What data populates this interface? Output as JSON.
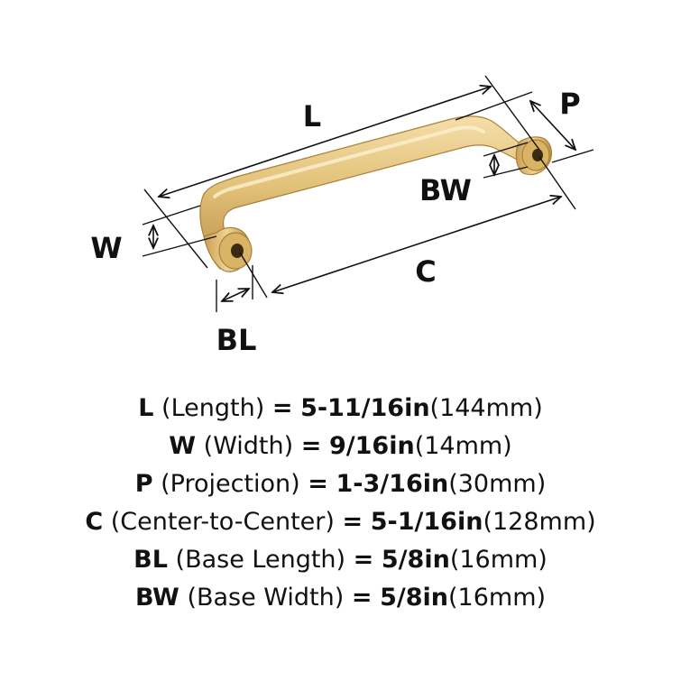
{
  "diagram": {
    "labels": {
      "L": "L",
      "P": "P",
      "BW": "BW",
      "W": "W",
      "C": "C",
      "BL": "BL"
    },
    "colors": {
      "brass_light": "#f2d89a",
      "brass_mid": "#d9b466",
      "brass_dark": "#a9813a",
      "hole": "#3a2a10",
      "ink": "#111111"
    }
  },
  "specs": [
    {
      "abbr": "L",
      "name": "(Length)",
      "eq": "=",
      "imperial": "5-11/16in",
      "metric": "(144mm)"
    },
    {
      "abbr": "W",
      "name": "(Width)",
      "eq": "=",
      "imperial": "9/16in",
      "metric": "(14mm)"
    },
    {
      "abbr": "P",
      "name": "(Projection)",
      "eq": "=",
      "imperial": "1-3/16in",
      "metric": "(30mm)"
    },
    {
      "abbr": "C",
      "name": "(Center-to-Center)",
      "eq": "=",
      "imperial": "5-1/16in",
      "metric": "(128mm)"
    },
    {
      "abbr": "BL",
      "name": "(Base Length)",
      "eq": "=",
      "imperial": "5/8in",
      "metric": "(16mm)"
    },
    {
      "abbr": "BW",
      "name": "(Base Width)",
      "eq": "=",
      "imperial": "5/8in",
      "metric": "(16mm)"
    }
  ]
}
